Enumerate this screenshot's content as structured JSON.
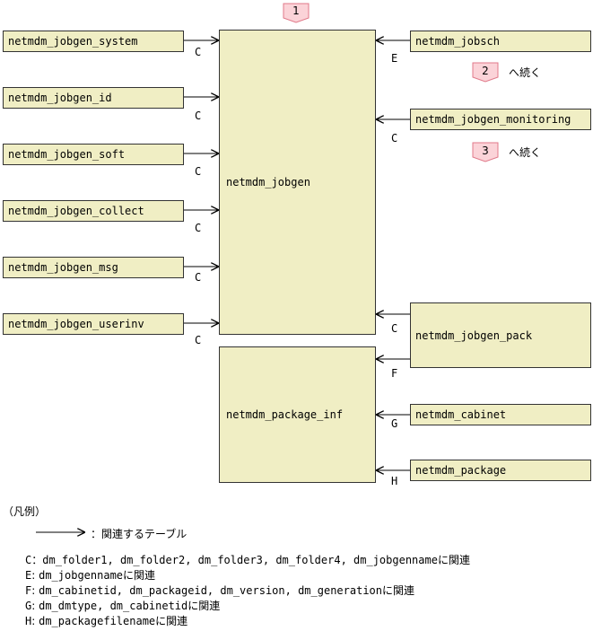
{
  "top_marker": "1",
  "left_tables": [
    {
      "name": "netmdm_jobgen_system",
      "rel": "C"
    },
    {
      "name": "netmdm_jobgen_id",
      "rel": "C"
    },
    {
      "name": "netmdm_jobgen_soft",
      "rel": "C"
    },
    {
      "name": "netmdm_jobgen_collect",
      "rel": "C"
    },
    {
      "name": "netmdm_jobgen_msg",
      "rel": "C"
    },
    {
      "name": "netmdm_jobgen_userinv",
      "rel": "C"
    }
  ],
  "center_tables": {
    "jobgen": "netmdm_jobgen",
    "package_inf": "netmdm_package_inf"
  },
  "right_tables": {
    "jobsch": {
      "name": "netmdm_jobsch",
      "rel": "E"
    },
    "monitoring": {
      "name": "netmdm_jobgen_monitoring",
      "rel": "C"
    },
    "pack": {
      "name": "netmdm_jobgen_pack",
      "rel_top": "C",
      "rel_bottom": "F"
    },
    "cabinet": {
      "name": "netmdm_cabinet",
      "rel": "G"
    },
    "package": {
      "name": "netmdm_package",
      "rel": "H"
    }
  },
  "continuations": [
    {
      "num": "2",
      "text": "へ続く"
    },
    {
      "num": "3",
      "text": "へ続く"
    }
  ],
  "legend": {
    "title": "（凡例）",
    "arrow_text": "：関連するテーブル",
    "items": [
      {
        "key": "C",
        "sep": "：",
        "cols": "dm_folder1, dm_folder2, dm_folder3, dm_folder4, dm_jobgenname",
        "suffix": "に関連"
      },
      {
        "key": "E",
        "sep": ": ",
        "cols": "dm_jobgenname",
        "suffix": "に関連"
      },
      {
        "key": "F",
        "sep": ": ",
        "cols": "dm_cabinetid, dm_packageid, dm_version, dm_generation",
        "suffix": "に関連"
      },
      {
        "key": "G",
        "sep": ": ",
        "cols": "dm_dmtype, dm_cabinetid",
        "suffix": "に関連"
      },
      {
        "key": "H",
        "sep": ": ",
        "cols": "dm_packagefilename",
        "suffix": "に関連"
      }
    ]
  },
  "colors": {
    "table_fill": "#f0eec4",
    "badge_fill": "#fbd3d8",
    "badge_stroke": "#e07a8a",
    "line": "#000000"
  }
}
